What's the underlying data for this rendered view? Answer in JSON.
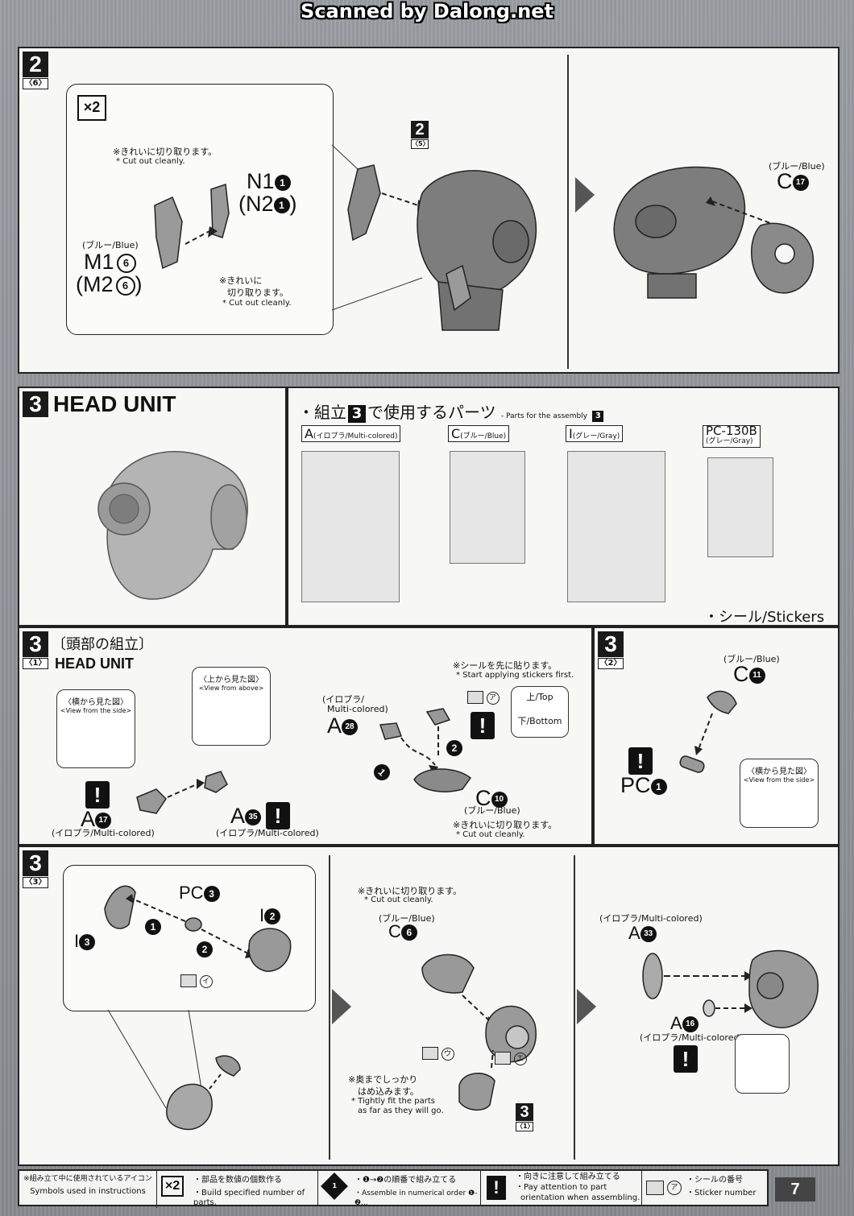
{
  "header": {
    "scanner_credit": "Scanned by Dalong.net"
  },
  "step2_6": {
    "step": "2",
    "substep": "〈6〉",
    "multiplier": "×2",
    "note1_jp": "※きれいに切り取ります。",
    "note1_en": "* Cut out cleanly.",
    "partN_a": "N1",
    "partN_a_num": "1",
    "partN_b": "(N2",
    "partN_b_num": "1",
    "partN_b_close": ")",
    "blue_label": "(ブルー/Blue)",
    "partM_a": "M1",
    "partM_a_num": "6",
    "partM_b": "(M2",
    "partM_b_num": "6",
    "partM_b_close": ")",
    "note2_jp1": "※きれいに",
    "note2_jp2": "切り取ります。",
    "note2_en": "* Cut out cleanly.",
    "ref_step": "2",
    "ref_sub": "〈5〉",
    "partC_color": "(ブルー/Blue)",
    "partC": "C",
    "partC_num": "17"
  },
  "head_unit": {
    "step": "3",
    "title": "HEAD UNIT",
    "parts_title_jp_pre": "・組立",
    "parts_title_num": "3",
    "parts_title_jp_post": "で使用するパーツ",
    "parts_title_en": "- Parts for the assembly",
    "parts_title_en_num": "3",
    "runners": [
      {
        "letter": "A",
        "color": "(イロプラ/Multi-colored)"
      },
      {
        "letter": "C",
        "color": "(ブルー/Blue)"
      },
      {
        "letter": "I",
        "color": "(グレー/Gray)"
      },
      {
        "letter": "PC-130B",
        "color": "(グレー/Gray)"
      }
    ],
    "stickers": "・シール/Stickers"
  },
  "step3_1": {
    "step": "3",
    "substep": "〈1〉",
    "title_jp": "〔頭部の組立〕",
    "title_en": "HEAD UNIT",
    "side_view_jp": "〈横から見た図〉",
    "side_view_en": "<View from the side>",
    "top_view_jp": "〈上から見た図〉",
    "top_view_en": "<View from above>",
    "partA17": "A",
    "partA17_num": "17",
    "partA17_color": "(イロプラ/Multi-colored)",
    "partA35": "A",
    "partA35_num": "35",
    "partA35_color": "(イロプラ/Multi-colored)",
    "partA28_color_jp": "(イロプラ/",
    "partA28_color_en": "Multi-colored)",
    "partA28": "A",
    "partA28_num": "28",
    "sticker_first_jp": "※シールを先に貼ります。",
    "sticker_first_en": "* Start applying stickers first.",
    "sticker_a": "ア",
    "top": "上/Top",
    "bottom": "下/Bottom",
    "partC10": "C",
    "partC10_num": "10",
    "partC10_color": "(ブルー/Blue)",
    "cut_jp": "※きれいに切り取ります。",
    "cut_en": "* Cut out cleanly.",
    "order1": "1",
    "order2": "2"
  },
  "step3_2": {
    "step": "3",
    "substep": "〈2〉",
    "partC11_color": "(ブルー/Blue)",
    "partC11": "C",
    "partC11_num": "11",
    "partPC1": "PC",
    "partPC1_num": "1",
    "side_view_jp": "〈横から見た図〉",
    "side_view_en": "<View from the side>"
  },
  "step3_3": {
    "step": "3",
    "substep": "〈3〉",
    "partPC3": "PC",
    "partPC3_num": "3",
    "partI2": "I",
    "partI2_num": "2",
    "partI3": "I",
    "partI3_num": "3",
    "sticker_i": "イ",
    "cut_jp": "※きれいに切り取ります。",
    "cut_en": "* Cut out cleanly.",
    "partC6_color": "(ブルー/Blue)",
    "partC6": "C",
    "partC6_num": "6",
    "sticker_u": "ウ",
    "sticker_e": "エ",
    "fit_jp1": "※奥までしっかり",
    "fit_jp2": "はめ込みます。",
    "fit_en1": "* Tightly fit the parts",
    "fit_en2": "as far as they will go.",
    "ref_step": "3",
    "ref_sub": "〈1〉",
    "partA33_color": "(イロプラ/Multi-colored)",
    "partA33": "A",
    "partA33_num": "33",
    "partA16": "A",
    "partA16_num": "16",
    "partA16_color": "(イロプラ/Multi-colored)",
    "order1": "1",
    "order2": "2"
  },
  "footer": {
    "legend_jp": "※組み立て中に使用されているアイコン",
    "legend_en": "Symbols used in instructions",
    "x2": "×2",
    "x2_jp": "・部品を数値の個数作る",
    "x2_en": "・Build specified number of parts.",
    "order_jp": "・❶→❷の順番で組み立てる",
    "order_en": "・Assemble in numerical order ❶-❷...",
    "attn_jp": "・向きに注意して組み立てる",
    "attn_en1": "・Pay attention to part",
    "attn_en2": "orientation when assembling.",
    "sticker_jp": "・シールの番号",
    "sticker_en": "・Sticker number",
    "sticker_sym": "ア",
    "page": "7"
  }
}
